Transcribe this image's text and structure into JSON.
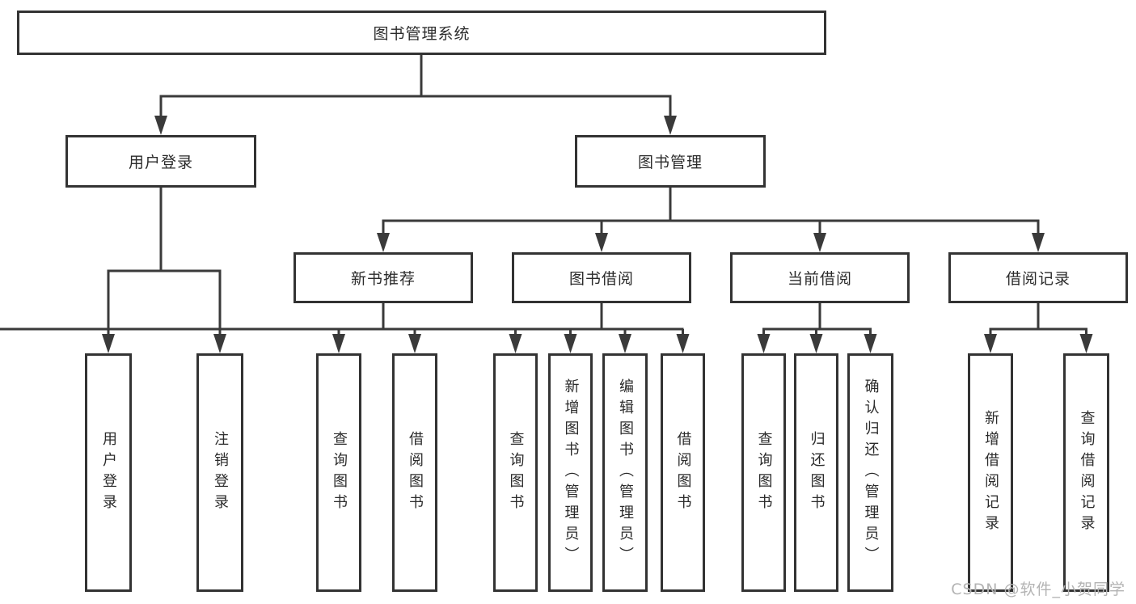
{
  "diagram": {
    "title": "图书管理系统",
    "watermark": "CSDN @软件_小贺同学",
    "colors": {
      "line": "#3a3a3a",
      "box_border": "#333333",
      "text": "#2b2b2b",
      "watermark": "#b3b3b3",
      "background": "#ffffff"
    },
    "nodes": {
      "root": "图书管理系统",
      "user_login": "用户登录",
      "book_mgmt": "图书管理",
      "new_book_rec": "新书推荐",
      "book_borrow": "图书借阅",
      "current_borrow": "当前借阅",
      "borrow_record": "借阅记录",
      "leaf_user_login": "用户登录",
      "leaf_logout": "注销登录",
      "leaf_nbr_query": "查询图书",
      "leaf_nbr_borrow": "借阅图书",
      "leaf_bb_query": "查询图书",
      "leaf_bb_add": "新增图书（管理员）",
      "leaf_bb_edit": "编辑图书（管理员）",
      "leaf_bb_borrow": "借阅图书",
      "leaf_cb_query": "查询图书",
      "leaf_cb_return": "归还图书",
      "leaf_cb_confirm": "确认归还（管理员）",
      "leaf_br_add": "新增借阅记录",
      "leaf_br_query": "查询借阅记录"
    }
  }
}
